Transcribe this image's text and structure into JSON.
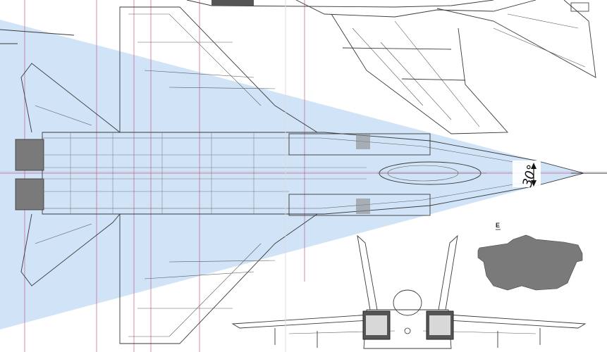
{
  "angle_label": "30°",
  "section_letter": "E",
  "colors": {
    "cone_fill": "#c9def6",
    "guide_line": "#c0608a",
    "section_fill": "#7a7a7a",
    "paper": "#ffffff"
  },
  "icons": {
    "angle_marker": "double-headed-arrow"
  }
}
